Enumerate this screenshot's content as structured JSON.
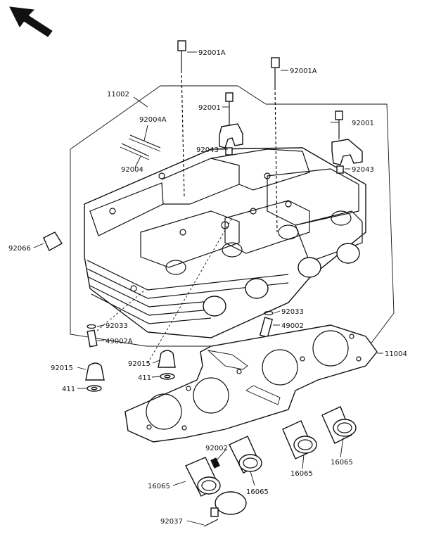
{
  "diagram": {
    "labels": {
      "p92001A_1": "92001A",
      "p92001A_2": "92001A",
      "p92001_1": "92001",
      "p92001_2": "92001",
      "p11002": "11002",
      "p92004A": "92004A",
      "p92043_1": "92043",
      "p92043_2": "92043",
      "p92004": "92004",
      "p92066": "92066",
      "p92033_1": "92033",
      "p92033_2": "92033",
      "p49002": "49002",
      "p49002A": "49002A",
      "p11004": "11004",
      "p92015_1": "92015",
      "p92015_2": "92015",
      "p411_1": "411",
      "p411_2": "411",
      "p92002": "92002",
      "p16065_1": "16065",
      "p16065_2": "16065",
      "p16065_3": "16065",
      "p16065_4": "16065",
      "p92037": "92037"
    }
  }
}
